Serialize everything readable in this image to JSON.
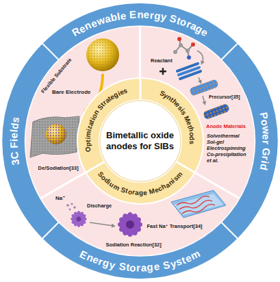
{
  "diagram": {
    "nodes": [
      {
        "text": [
          "Renewable Energy Storage",
          "Power Grid",
          "Energy Storage System",
          "3C Fields"
        ]
      },
      {
        "text": [
          "Optimization Strategies",
          "Synthesis Methods",
          "Sodium Storage Mechanism"
        ],
        "in": 0
      },
      {
        "text": [
          "Bimetallic oxide anodes for SIBs"
        ],
        "in": 1
      }
    ],
    "labels": [
      "Bare Electrode",
      "Flexible Substrate",
      "De/Sodiation[33]",
      "Reactant",
      "Precursor[35]",
      "Anode Materials",
      "Solvothermal Sol-gel Electrospinning Co-precipitation et al.",
      "Na⁺",
      "Discharge",
      "Sodiation Reaction[32]",
      "Fast Na⁺ Transport[34]"
    ]
  }
}
